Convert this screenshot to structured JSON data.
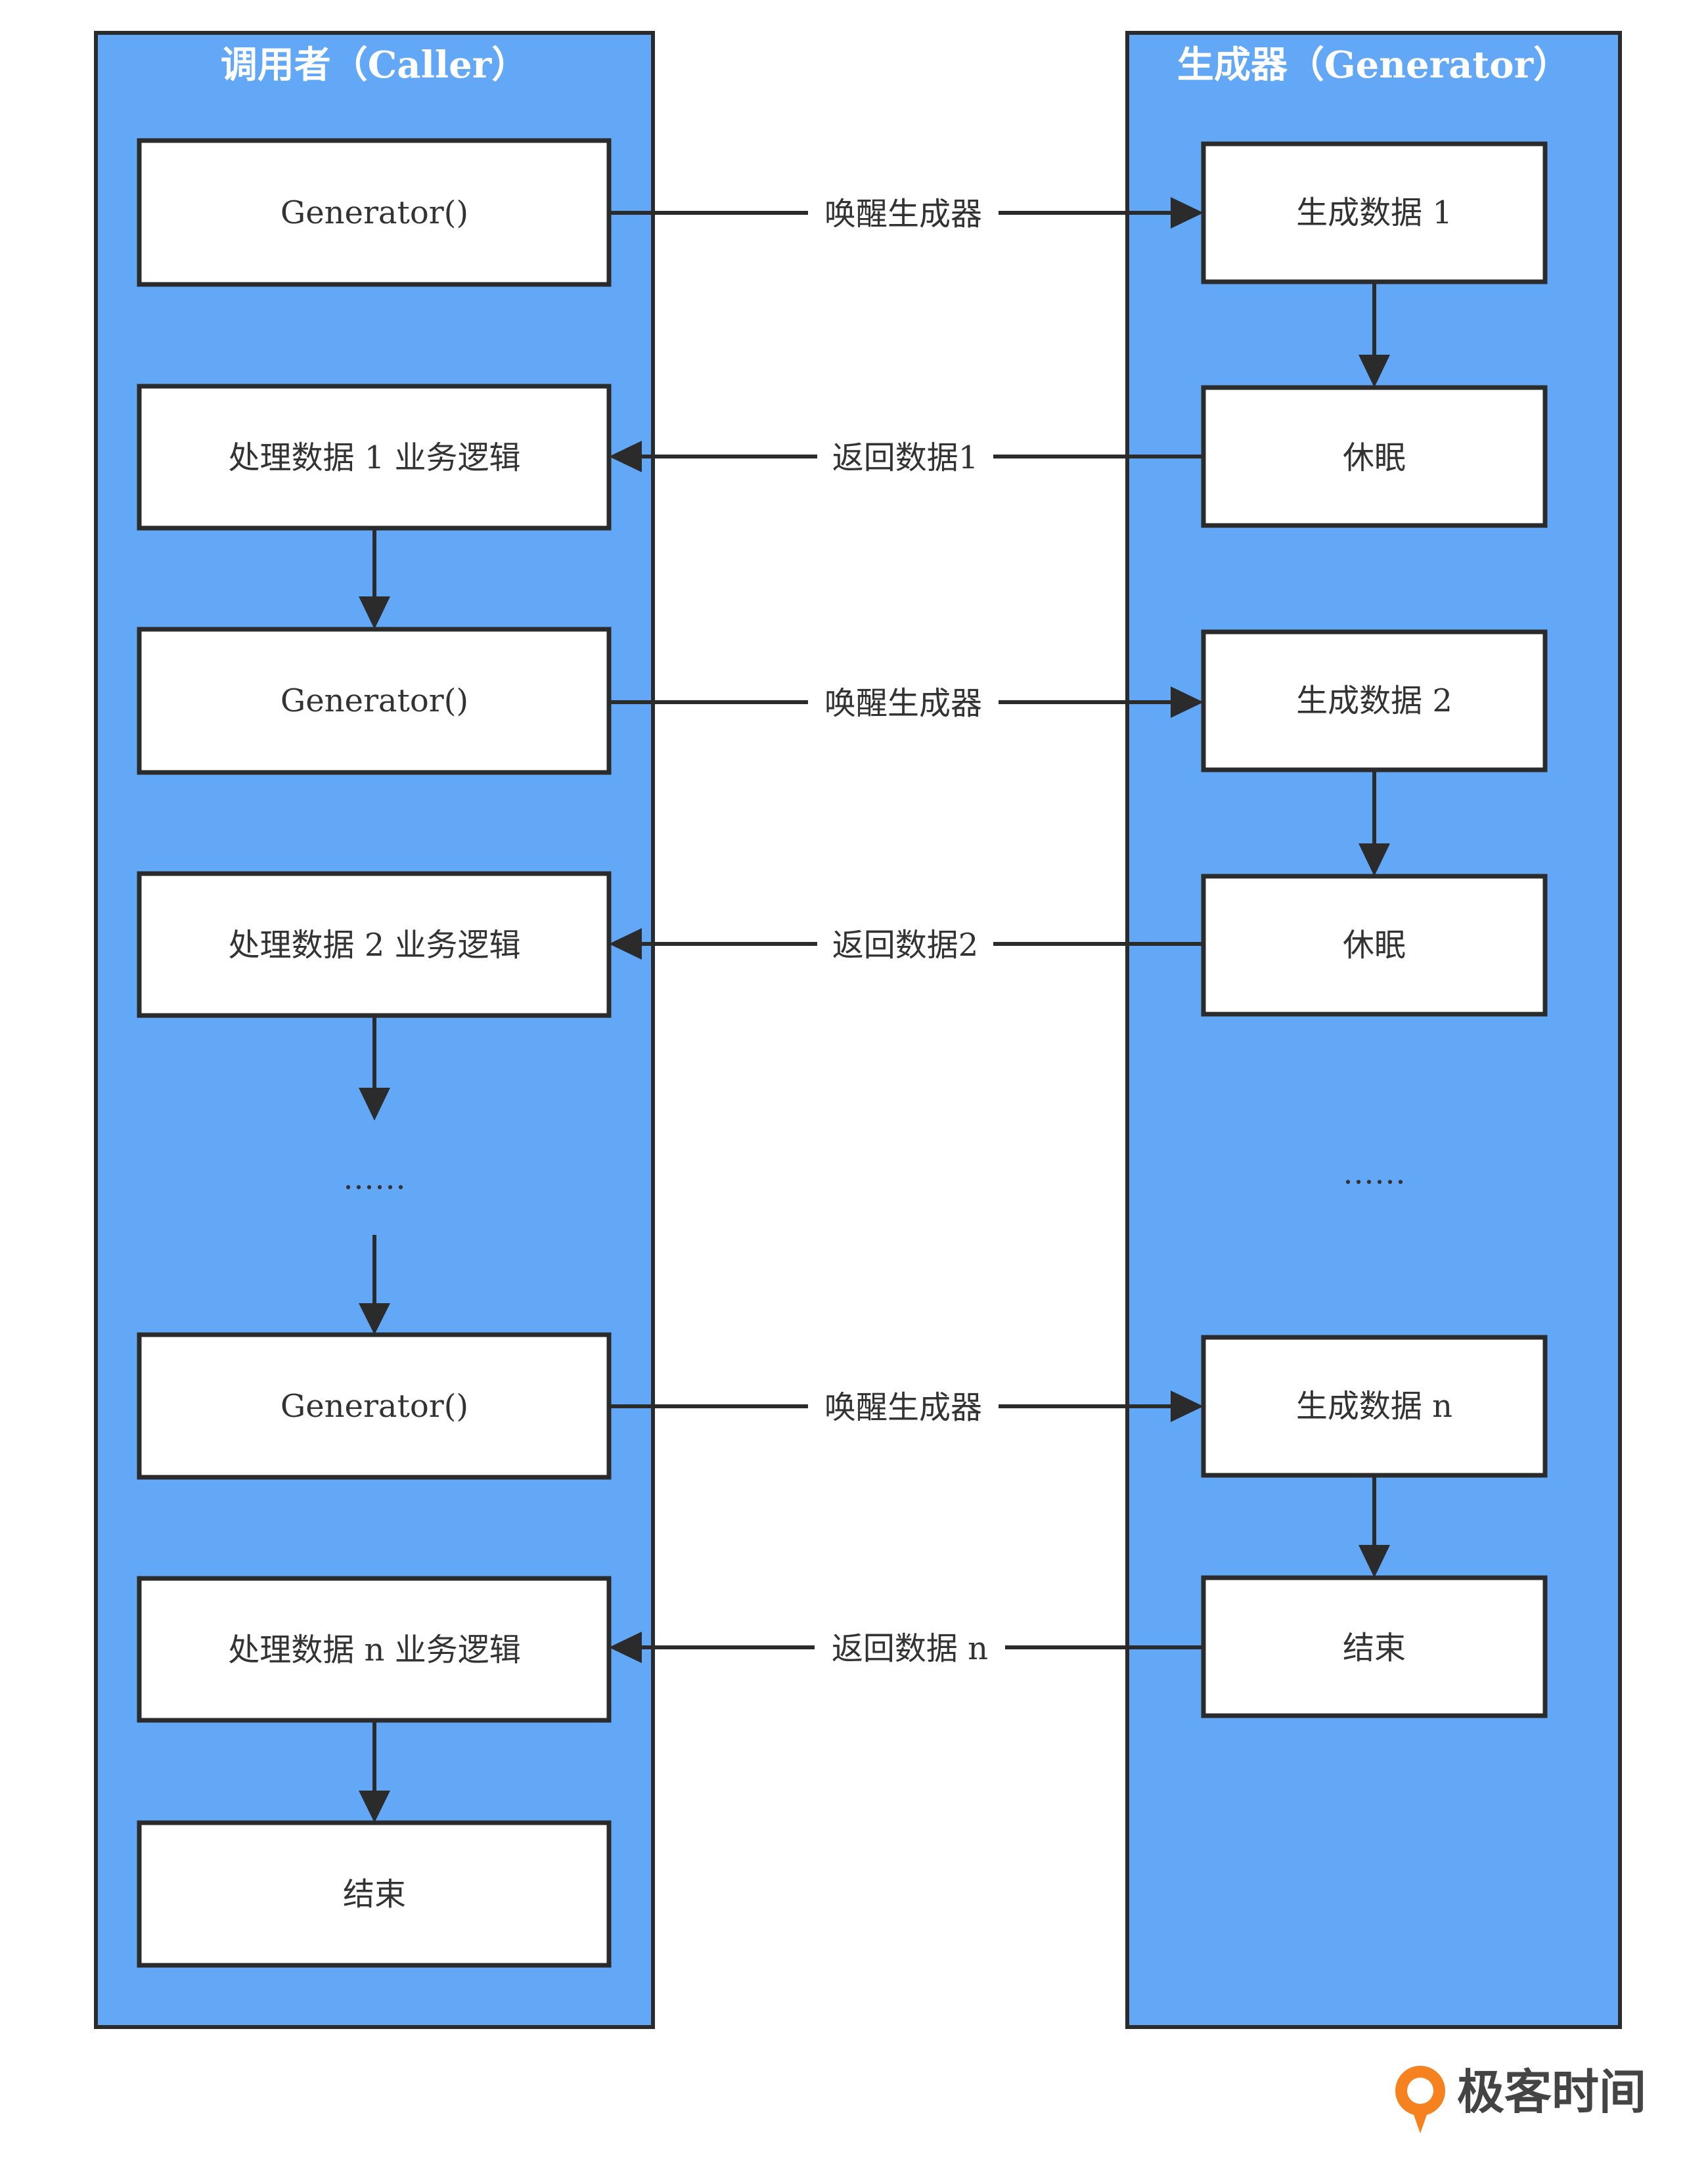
{
  "lanes": {
    "caller_title": "调用者（Caller）",
    "generator_title": "生成器（Generator）"
  },
  "caller_nodes": [
    "Generator()",
    "处理数据 1 业务逻辑",
    "Generator()",
    "处理数据 2 业务逻辑",
    "Generator()",
    "处理数据 n 业务逻辑",
    "结束"
  ],
  "generator_nodes": [
    "生成数据 1",
    "休眠",
    "生成数据 2",
    "休眠",
    "生成数据 n",
    "结束"
  ],
  "ellipsis": {
    "caller": "……",
    "generator": "……"
  },
  "edge_labels": {
    "wake_1": "唤醒生成器",
    "return_1": "返回数据1",
    "wake_2": "唤醒生成器",
    "return_2": "返回数据2",
    "wake_n": "唤醒生成器",
    "return_n": "返回数据 n"
  },
  "brand": {
    "name": "极客时间"
  },
  "colors": {
    "lane_fill": "#62a8f6",
    "stroke": "#2b2b2b",
    "node_fill": "#ffffff",
    "brand_accent": "#f5811f"
  }
}
